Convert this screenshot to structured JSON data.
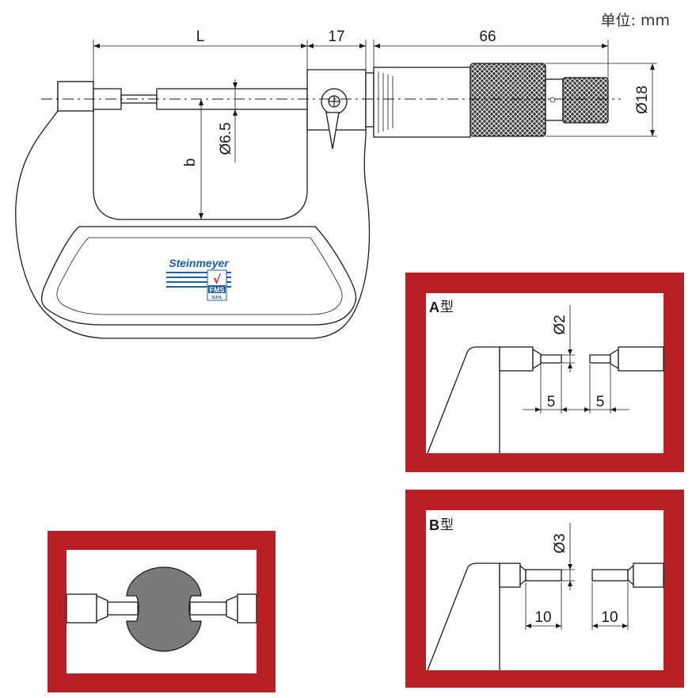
{
  "unit_label": "单位: mm",
  "main_drawing": {
    "dim_L": "L",
    "dim_17": "17",
    "dim_66": "66",
    "dim_b": "b",
    "dim_spindle": "Ø6.5",
    "dim_thimble": "Ø18"
  },
  "logo": {
    "brand": "Steinmeyer",
    "check": "√",
    "sub": "FMS",
    "sub2": "SUHL",
    "colors": {
      "blue": "#1e5ea8",
      "red": "#d0202a"
    }
  },
  "type_a": {
    "title_letter": "A",
    "title_suffix": "型",
    "dim_tip": "Ø2",
    "dim_left": "5",
    "dim_right": "5"
  },
  "type_b": {
    "title_letter": "B",
    "title_suffix": "型",
    "dim_tip": "Ø3",
    "dim_left": "10",
    "dim_right": "10"
  },
  "colors": {
    "frame_red": "#b82025",
    "part_gray": "#7a7a7a",
    "line": "#1a1a1a"
  }
}
